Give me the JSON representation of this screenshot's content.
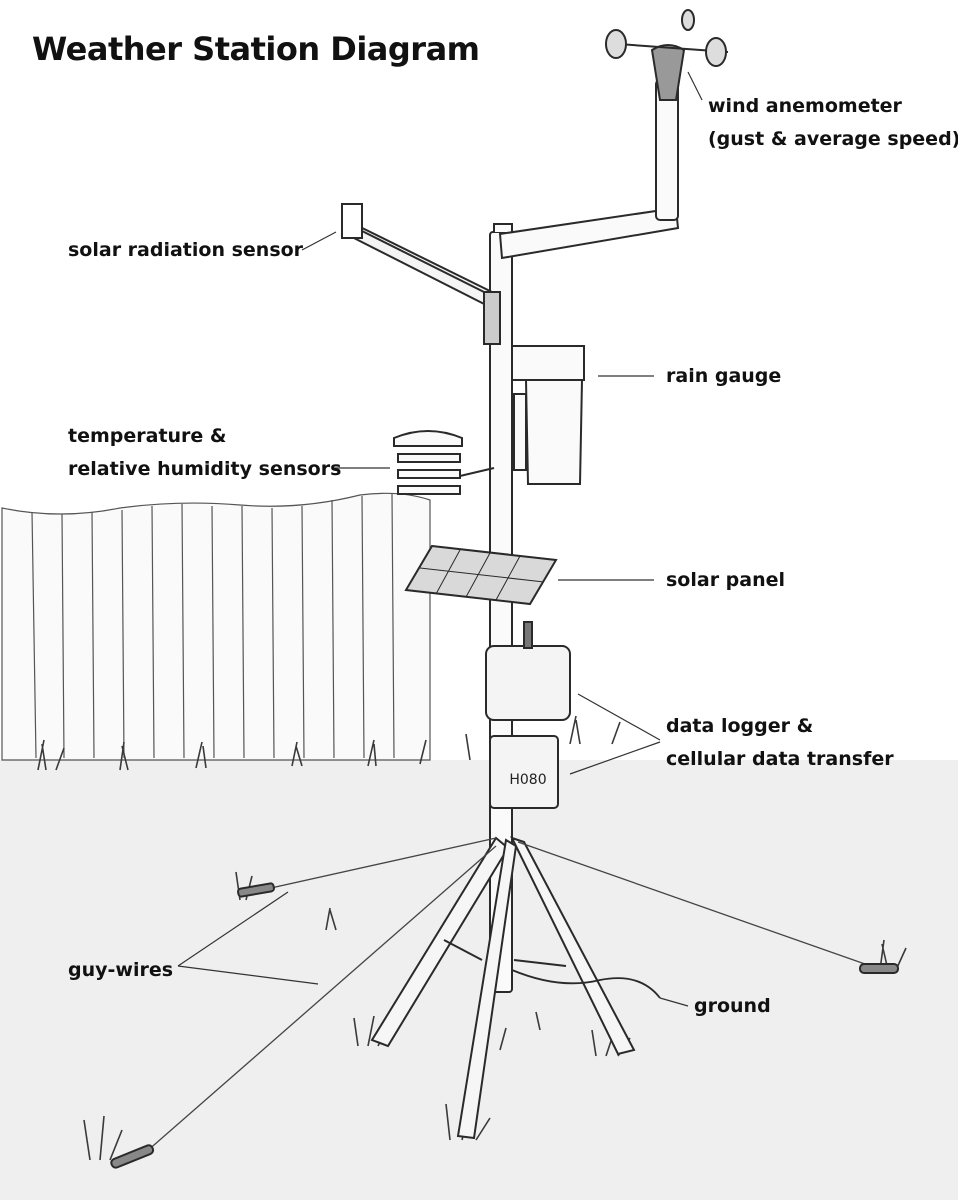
{
  "title": "Weather Station Diagram",
  "labels": {
    "anemometer": [
      "wind anemometer",
      "(gust & average speed)"
    ],
    "solar_radiation": "solar radiation sensor",
    "rain_gauge": "rain gauge",
    "temp_humidity": [
      "temperature &",
      "relative humidity sensors"
    ],
    "solar_panel": "solar panel",
    "data_logger": [
      "data logger &",
      "cellular data transfer"
    ],
    "guy_wires": "guy-wires",
    "ground": "ground"
  },
  "logger_text": "H080",
  "colors": {
    "ink": "#2a2a2a",
    "ground": "#efefef",
    "fence": "#fafafa",
    "grass": "#3a3a3a"
  }
}
